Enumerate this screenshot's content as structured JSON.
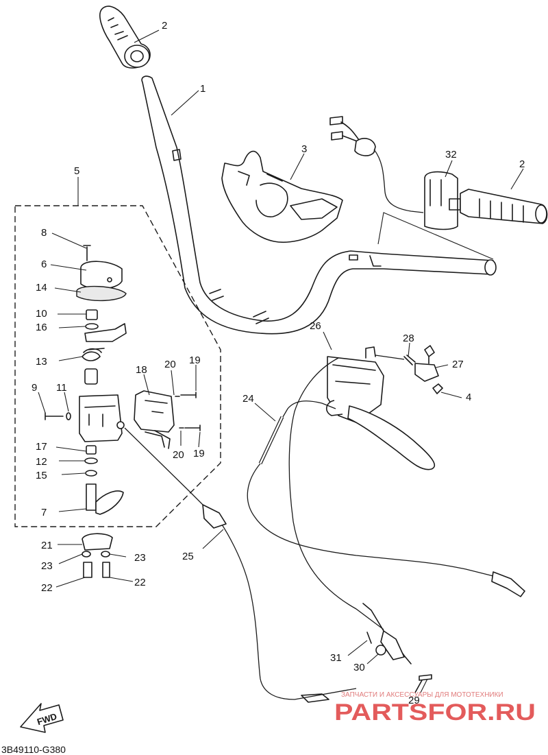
{
  "callouts": [
    {
      "id": "c1",
      "text": "1"
    },
    {
      "id": "c2a",
      "text": "2"
    },
    {
      "id": "c2b",
      "text": "2"
    },
    {
      "id": "c3",
      "text": "3"
    },
    {
      "id": "c4",
      "text": "4"
    },
    {
      "id": "c5",
      "text": "5"
    },
    {
      "id": "c6",
      "text": "6"
    },
    {
      "id": "c7",
      "text": "7"
    },
    {
      "id": "c8",
      "text": "8"
    },
    {
      "id": "c9",
      "text": "9"
    },
    {
      "id": "c10",
      "text": "10"
    },
    {
      "id": "c11",
      "text": "11"
    },
    {
      "id": "c12",
      "text": "12"
    },
    {
      "id": "c13",
      "text": "13"
    },
    {
      "id": "c14",
      "text": "14"
    },
    {
      "id": "c15",
      "text": "15"
    },
    {
      "id": "c16",
      "text": "16"
    },
    {
      "id": "c17",
      "text": "17"
    },
    {
      "id": "c18",
      "text": "18"
    },
    {
      "id": "c19a",
      "text": "19"
    },
    {
      "id": "c19b",
      "text": "19"
    },
    {
      "id": "c20a",
      "text": "20"
    },
    {
      "id": "c20b",
      "text": "20"
    },
    {
      "id": "c21",
      "text": "21"
    },
    {
      "id": "c22a",
      "text": "22"
    },
    {
      "id": "c22b",
      "text": "22"
    },
    {
      "id": "c23a",
      "text": "23"
    },
    {
      "id": "c23b",
      "text": "23"
    },
    {
      "id": "c24",
      "text": "24"
    },
    {
      "id": "c25",
      "text": "25"
    },
    {
      "id": "c26",
      "text": "26"
    },
    {
      "id": "c27",
      "text": "27"
    },
    {
      "id": "c28",
      "text": "28"
    },
    {
      "id": "c29",
      "text": "29"
    },
    {
      "id": "c30",
      "text": "30"
    },
    {
      "id": "c31",
      "text": "31"
    },
    {
      "id": "c32",
      "text": "32"
    }
  ],
  "diagram_code": "3B49110-G380",
  "fwd_label": "FWD",
  "watermark": {
    "tagline": "ЗАПЧАСТИ И АКСЕССУАРЫ ДЛЯ МОТОТЕХНИКИ",
    "brand": "PARTSFOR.RU"
  }
}
